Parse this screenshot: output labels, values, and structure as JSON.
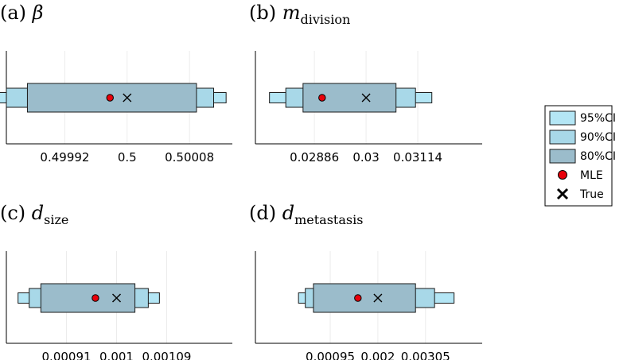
{
  "colors": {
    "ci95": "#b4e6f5",
    "ci90": "#a8d8e8",
    "ci80": "#9bbccb",
    "mle": "#e8000b",
    "edge": "#1a1a1a",
    "grid": "#ececec"
  },
  "legend": {
    "items": [
      {
        "label": "95%CI",
        "kind": "ci95"
      },
      {
        "label": "90%CI",
        "kind": "ci90"
      },
      {
        "label": "80%CI",
        "kind": "ci80"
      },
      {
        "label": "MLE",
        "kind": "mle"
      },
      {
        "label": "True",
        "kind": "true"
      }
    ]
  },
  "chart_data": [
    {
      "type": "interval",
      "panel": "(a)",
      "symbol": "β",
      "subscript": "",
      "xlim": [
        0.499845,
        0.500135
      ],
      "xticks": [
        {
          "v": 0.49992,
          "label": "0.49992"
        },
        {
          "v": 0.5,
          "label": "0.5"
        },
        {
          "v": 0.50008,
          "label": "0.50008"
        }
      ],
      "ci95": [
        0.499829,
        0.500127
      ],
      "ci90": [
        0.499845,
        0.500111
      ],
      "ci80": [
        0.499872,
        0.500089
      ],
      "mle": 0.499978,
      "true": 0.5
    },
    {
      "type": "interval",
      "panel": "(b)",
      "symbol": "m",
      "subscript": "division",
      "xlim": [
        0.02756,
        0.03256
      ],
      "xticks": [
        {
          "v": 0.02886,
          "label": "0.02886"
        },
        {
          "v": 0.03,
          "label": "0.03"
        },
        {
          "v": 0.03114,
          "label": "0.03114"
        }
      ],
      "ci95": [
        0.02787,
        0.03145
      ],
      "ci90": [
        0.02823,
        0.03109
      ],
      "ci80": [
        0.02861,
        0.03066
      ],
      "mle": 0.02903,
      "true": 0.03
    },
    {
      "type": "interval",
      "panel": "(c)",
      "symbol": "d",
      "subscript": "size",
      "xlim": [
        0.000802,
        0.001208
      ],
      "xticks": [
        {
          "v": 0.00091,
          "label": "0.00091"
        },
        {
          "v": 0.001,
          "label": "0.001"
        },
        {
          "v": 0.00109,
          "label": "0.00109"
        }
      ],
      "ci95": [
        0.000823,
        0.001077
      ],
      "ci90": [
        0.000843,
        0.001057
      ],
      "ci80": [
        0.000864,
        0.001033
      ],
      "mle": 0.000962,
      "true": 0.001
    },
    {
      "type": "interval",
      "panel": "(d)",
      "symbol": "d",
      "subscript": "metastasis",
      "xlim": [
        -0.0007,
        0.0043
      ],
      "xticks": [
        {
          "v": 0.00095,
          "label": "0.00095"
        },
        {
          "v": 0.002,
          "label": "0.002"
        },
        {
          "v": 0.00305,
          "label": "0.00305"
        }
      ],
      "ci95": [
        0.00025,
        0.00368
      ],
      "ci90": [
        0.0004,
        0.00325
      ],
      "ci80": [
        0.00058,
        0.00283
      ],
      "mle": 0.00156,
      "true": 0.002
    }
  ]
}
